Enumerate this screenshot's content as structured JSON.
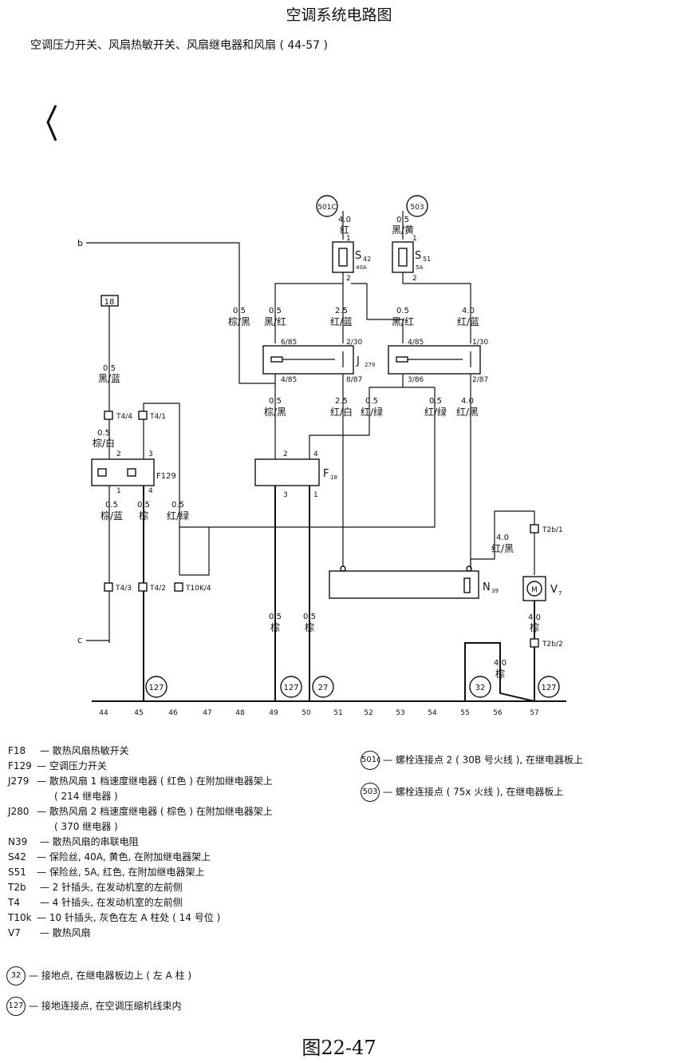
{
  "title": "空调系统电路图",
  "subtitle": "空调压力开关、风扇热敏开关、风扇继电器和风扇 ( 44-57 )",
  "continuation_labels": {
    "b": "b",
    "c": "c"
  },
  "terminals": {
    "t501c": "501C",
    "t503": "503",
    "box18": "18"
  },
  "fuses": {
    "s42_name": "S",
    "s42_sub": "42",
    "s42_rating": "40A",
    "s51_name": "S",
    "s51_sub": "51",
    "s51_rating": "5A"
  },
  "wire_labels": {
    "w501_gauge": "4.0",
    "w501_color": "红",
    "w503_gauge": "0.5",
    "w503_color": "黑/黄",
    "wb_gauge": "0.5",
    "wb_color": "棕/黑",
    "j279in_gauge": "0.5",
    "j279in_color": "黑/红",
    "j279pw_gauge": "2.5",
    "j279pw_color": "红/蓝",
    "j280in_gauge": "0.5",
    "j280in_color": "黑/红",
    "j280pw_gauge": "4.0",
    "j280pw_color": "红/蓝",
    "w18_gauge": "0.5",
    "w18_color": "黑/蓝",
    "j279o1_gauge": "0.5",
    "j279o1_color": "棕/黑",
    "j279o2_gauge": "2.5",
    "j279o2_color": "红/白",
    "j280o1_gauge": "0.5",
    "j280o1_color": "红/绿",
    "j280o2_gauge": "0.5",
    "j280o2_color": "红/绿",
    "j280o3_gauge": "4.0",
    "j280o3_color": "红/黑",
    "f129in_gauge": "0.5",
    "f129in_color": "棕/白",
    "f129o1_gauge": "0.5",
    "f129o1_color": "棕/蓝",
    "f129o2_gauge": "0.5",
    "f129o2_color": "棕",
    "t10k_gauge": "0.5",
    "t10k_color": "红/绿",
    "f18o1_gauge": "0.5",
    "f18o1_color": "棕",
    "f18o2_gauge": "0.5",
    "f18o2_color": "棕",
    "v7in_gauge": "4.0",
    "v7in_color": "红/黑",
    "v7out_gauge": "4.0",
    "v7out_color": "棕",
    "g32_gauge": "4.0",
    "g32_color": "棕"
  },
  "pins": {
    "s42_1": "1",
    "s42_2": "2",
    "s51_1": "1",
    "s51_2": "2",
    "j279_a": "6/85",
    "j279_b": "2/30",
    "j279_c": "4/85",
    "j279_d": "8/87",
    "j280_a": "4/85",
    "j280_b": "1/30",
    "j280_c": "3/86",
    "j280_d": "2/87",
    "f129_2": "2",
    "f129_3": "3",
    "f129_1": "1",
    "f129_4": "4",
    "f18_2": "2",
    "f18_4": "4",
    "f18_3": "3",
    "f18_1": "1"
  },
  "connectors": {
    "t44": "T4/4",
    "t41": "T4/1",
    "t43": "T4/3",
    "t42": "T4/2",
    "t10k4": "T10K/4",
    "t2b1": "T2b/1",
    "t2b2": "T2b/2"
  },
  "components": {
    "j279": "J",
    "j279_sub": "279",
    "f129": "F129",
    "f18": "F",
    "f18_sub": "18",
    "n39": "N",
    "n39_sub": "39",
    "v7": "V",
    "v7_sub": "7",
    "motor": "M"
  },
  "grounds": {
    "g127a": "127",
    "g127b": "127",
    "g27": "27",
    "g32": "32",
    "g127c": "127"
  },
  "track_numbers": [
    "44",
    "45",
    "46",
    "47",
    "48",
    "49",
    "50",
    "51",
    "52",
    "53",
    "54",
    "55",
    "56",
    "57"
  ],
  "legend": [
    {
      "code": "F18",
      "text": " — 散热风扇热敏开关"
    },
    {
      "code": "F129",
      "text": "— 空调压力开关"
    },
    {
      "code": "J279",
      "text": "— 散热风扇 1 档速度继电器 ( 红色 ) 在附加继电器架上"
    },
    {
      "code": "",
      "text": "( 214 继电器 )"
    },
    {
      "code": "J280",
      "text": "— 散热风扇 2 档速度继电器 ( 棕色 ) 在附加继电器架上"
    },
    {
      "code": "",
      "text": "( 370 继电器 )"
    },
    {
      "code": "N39",
      "text": " — 散热风扇的串联电阻"
    },
    {
      "code": "S42",
      "text": "— 保险丝, 40A, 黄色, 在附加继电器架上"
    },
    {
      "code": "S51",
      "text": "— 保险丝, 5A, 红色, 在附加继电器架上"
    },
    {
      "code": "T2b",
      "text": " — 2 针插头, 在发动机室的左前侧"
    },
    {
      "code": "T4",
      "text": " — 4 针插头, 在发动机室的左前侧"
    },
    {
      "code": "T10k",
      "text": "— 10 针插头, 灰色在左 A 柱处 ( 14 号位 )"
    },
    {
      "code": "V7",
      "text": " — 散热风扇"
    }
  ],
  "legend_circles": [
    {
      "code": "32",
      "text": "— 接地点, 在继电器板边上 ( 左 A 柱 )"
    },
    {
      "code": "127",
      "text": "— 接地连接点, 在空调压缩机线束内"
    }
  ],
  "legend_right": [
    {
      "code": "501c",
      "text": "— 螺栓连接点 2 ( 30B 号火线 ), 在继电器板上"
    },
    {
      "code": "503",
      "text": "— 螺栓连接点 ( 75x 火线 ), 在继电器板上"
    }
  ],
  "caption": "图22-47"
}
